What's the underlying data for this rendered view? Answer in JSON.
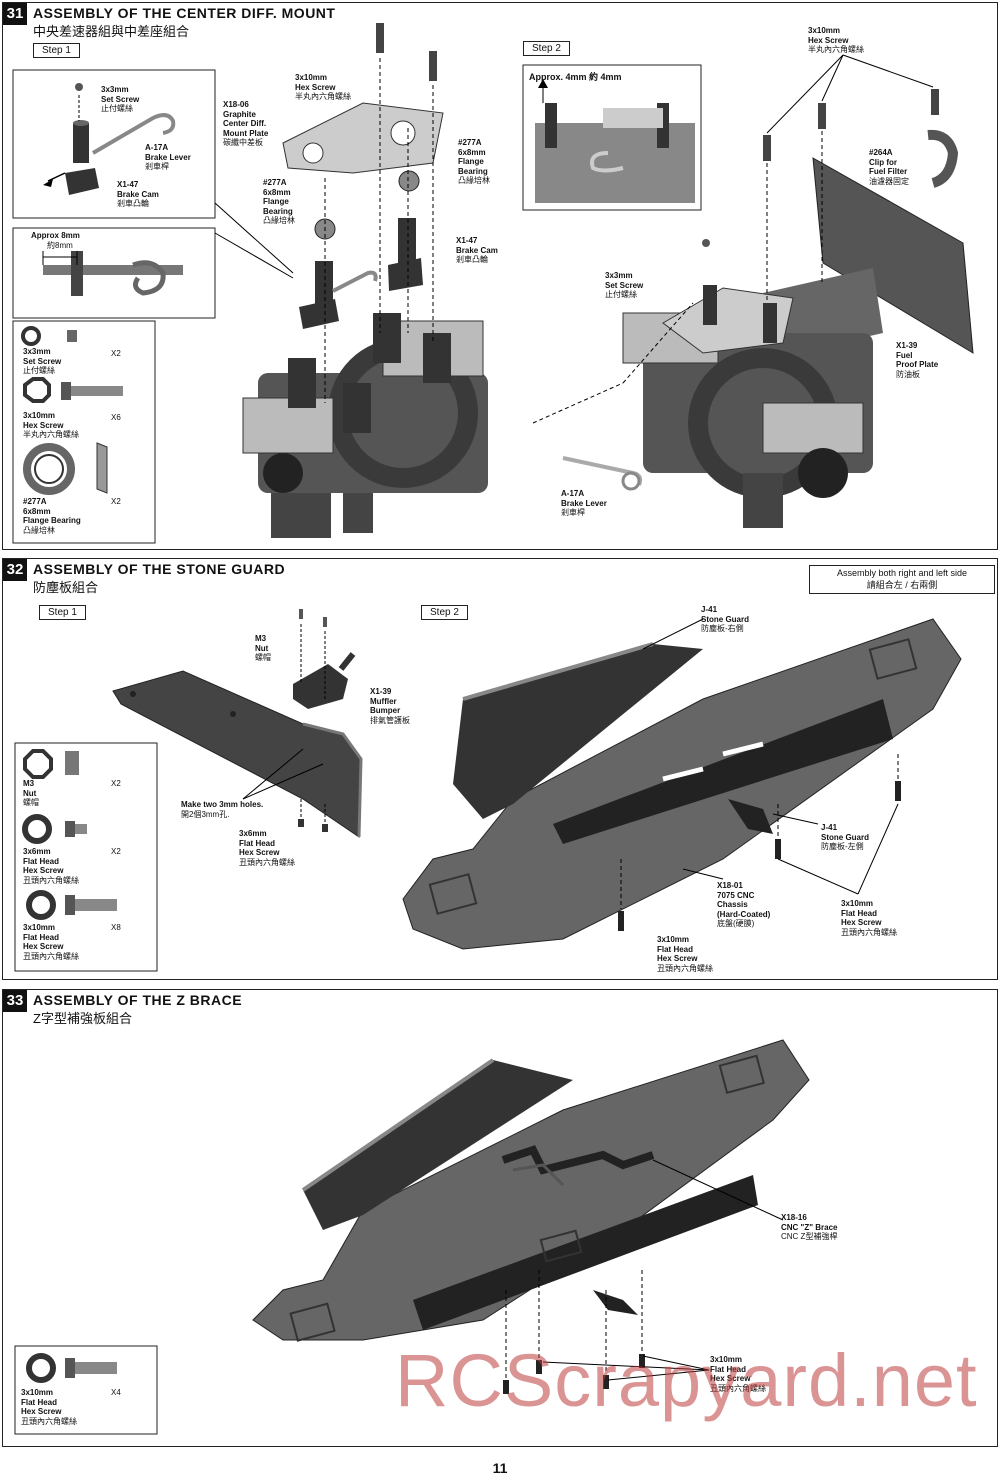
{
  "section31": {
    "num": "31",
    "title": "ASSEMBLY OF THE CENTER DIFF. MOUNT",
    "subtitle": "中央差速器組與中差座組合",
    "step1": "Step 1",
    "step2": "Step 2",
    "approx_4mm": "Approx. 4mm  約 4mm",
    "approx_8mm": [
      "Approx 8mm",
      "約8mm"
    ],
    "labels": {
      "setscrew_a": [
        "3x3mm",
        "Set Screw",
        "止付螺絲"
      ],
      "brake_lever_a": [
        "A-17A",
        "Brake Lever",
        "剎車桿"
      ],
      "brake_cam_a": [
        "X1-47",
        "Brake Cam",
        "剎車凸輪"
      ],
      "hex_top": [
        "3x10mm",
        "Hex Screw",
        "半丸內六角螺絲"
      ],
      "graphite": [
        "X18-06",
        "Graphite",
        "Center Diff.",
        "Mount Plate",
        "碳纖中差板"
      ],
      "bearing_r": [
        "#277A",
        "6x8mm",
        "Flange",
        "Bearing",
        "凸緣培林"
      ],
      "bearing_l": [
        "#277A",
        "6x8mm",
        "Flange",
        "Bearing",
        "凸緣培林"
      ],
      "brake_cam_b": [
        "X1-47",
        "Brake Cam",
        "剎車凸輪"
      ],
      "hex_right": [
        "3x10mm",
        "Hex Screw",
        "半丸內六角螺絲"
      ],
      "clip": [
        "#264A",
        "Clip for",
        "Fuel Filter",
        "油濾器固定"
      ],
      "setscrew_b": [
        "3x3mm",
        "Set Screw",
        "止付螺絲"
      ],
      "fuel_plate": [
        "X1-39",
        "Fuel",
        "Proof Plate",
        "防油板"
      ],
      "brake_lever_b": [
        "A-17A",
        "Brake Lever",
        "剎車桿"
      ]
    },
    "parts": [
      {
        "name": [
          "3x3mm",
          "Set Screw",
          "止付螺絲"
        ],
        "qty": "X2"
      },
      {
        "name": [
          "3x10mm",
          "Hex Screw",
          "半丸內六角螺絲"
        ],
        "qty": "X6"
      },
      {
        "name": [
          "#277A",
          "6x8mm",
          "Flange Bearing",
          "凸緣培林"
        ],
        "qty": "X2"
      }
    ]
  },
  "section32": {
    "num": "32",
    "title": "ASSEMBLY OF THE STONE GUARD",
    "subtitle": "防塵板組合",
    "step1": "Step 1",
    "step2": "Step 2",
    "note": [
      "Assembly both right and left side",
      "請組合左 / 右兩側"
    ],
    "labels": {
      "m3nut": [
        "M3",
        "Nut",
        "螺帽"
      ],
      "muffler": [
        "X1-39",
        "Muffler",
        "Bumper",
        "排氣管護板"
      ],
      "holes": [
        "Make two 3mm holes.",
        "開2個3mm孔."
      ],
      "flat6": [
        "3x6mm",
        "Flat Head",
        "Hex Screw",
        "丑頭內六角螺絲"
      ],
      "stone_r": [
        "J-41",
        "Stone Guard",
        "防塵板-右側"
      ],
      "stone_l": [
        "J-41",
        "Stone Guard",
        "防塵板-左側"
      ],
      "chassis": [
        "X18-01",
        "7075 CNC",
        "Chassis",
        "(Hard-Coated)",
        "底盤(硬膜)"
      ],
      "flat10_r": [
        "3x10mm",
        "Flat Head",
        "Hex Screw",
        "丑頭內六角螺絲"
      ],
      "flat10_b": [
        "3x10mm",
        "Flat Head",
        "Hex Screw",
        "丑頭內六角螺絲"
      ]
    },
    "parts": [
      {
        "name": [
          "M3",
          "Nut",
          "螺帽"
        ],
        "qty": "X2"
      },
      {
        "name": [
          "3x6mm",
          "Flat Head",
          "Hex Screw",
          "丑頭內六角螺絲"
        ],
        "qty": "X2"
      },
      {
        "name": [
          "3x10mm",
          "Flat Head",
          "Hex Screw",
          "丑頭內六角螺絲"
        ],
        "qty": "X8"
      }
    ]
  },
  "section33": {
    "num": "33",
    "title": "ASSEMBLY OF THE Z BRACE",
    "subtitle": "Z字型補強板組合",
    "labels": {
      "zbrace": [
        "X18-16",
        "CNC \"Z\" Brace",
        "CNC Z型補強桿"
      ],
      "flat10": [
        "3x10mm",
        "Flat Head",
        "Hex Screw",
        "丑頭內六角螺絲"
      ]
    },
    "parts": [
      {
        "name": [
          "3x10mm",
          "Flat Head",
          "Hex Screw",
          "丑頭內六角螺絲"
        ],
        "qty": "X4"
      }
    ]
  },
  "page_number": "11",
  "watermark": "RCScrapyard.net"
}
